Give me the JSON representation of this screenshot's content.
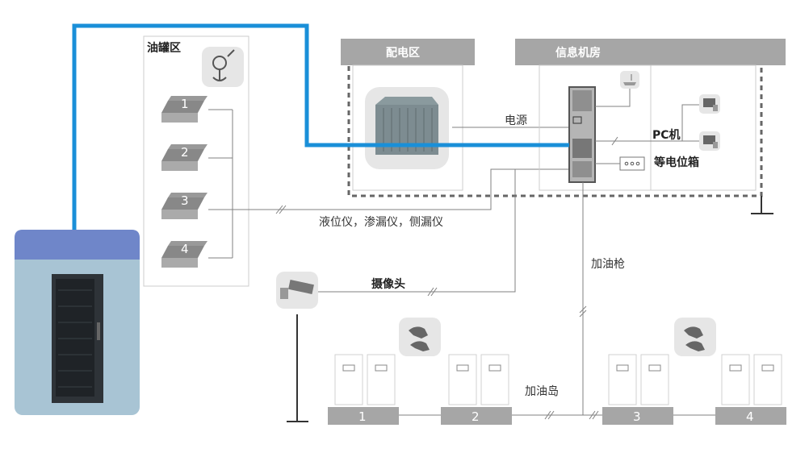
{
  "colors": {
    "accent_line": "#1a8fd8",
    "header_gray": "#a6a6a6",
    "cabinet_header": "#6f86c9",
    "cabinet_body": "#a8c4d4",
    "wire": "#808080",
    "dashed": "#666666"
  },
  "zones": {
    "tank_area": "油罐区",
    "power_area": "配电区",
    "server_room": "信息机房"
  },
  "tanks": [
    "1",
    "2",
    "3",
    "4"
  ],
  "islands": [
    "1",
    "2",
    "3",
    "4"
  ],
  "labels": {
    "power": "电源",
    "sensors": "液位仪，渗漏仪，侧漏仪",
    "camera": "摄像头",
    "pc": "PC机",
    "equipotential": "等电位箱",
    "nozzle": "加油枪",
    "island": "加油岛"
  },
  "icons": {
    "tank_sensor": "sensor-probe-icon",
    "substation": "substation-building-icon",
    "server_rack": "server-rack-icon",
    "router": "router-icon",
    "pc": "desktop-pc-icon",
    "equipotential_box": "terminal-box-icon",
    "camera": "cctv-camera-icon",
    "fuel_nozzle": "fuel-nozzle-icon",
    "dispenser": "fuel-dispenser-icon",
    "cabinet": "network-cabinet-icon"
  }
}
